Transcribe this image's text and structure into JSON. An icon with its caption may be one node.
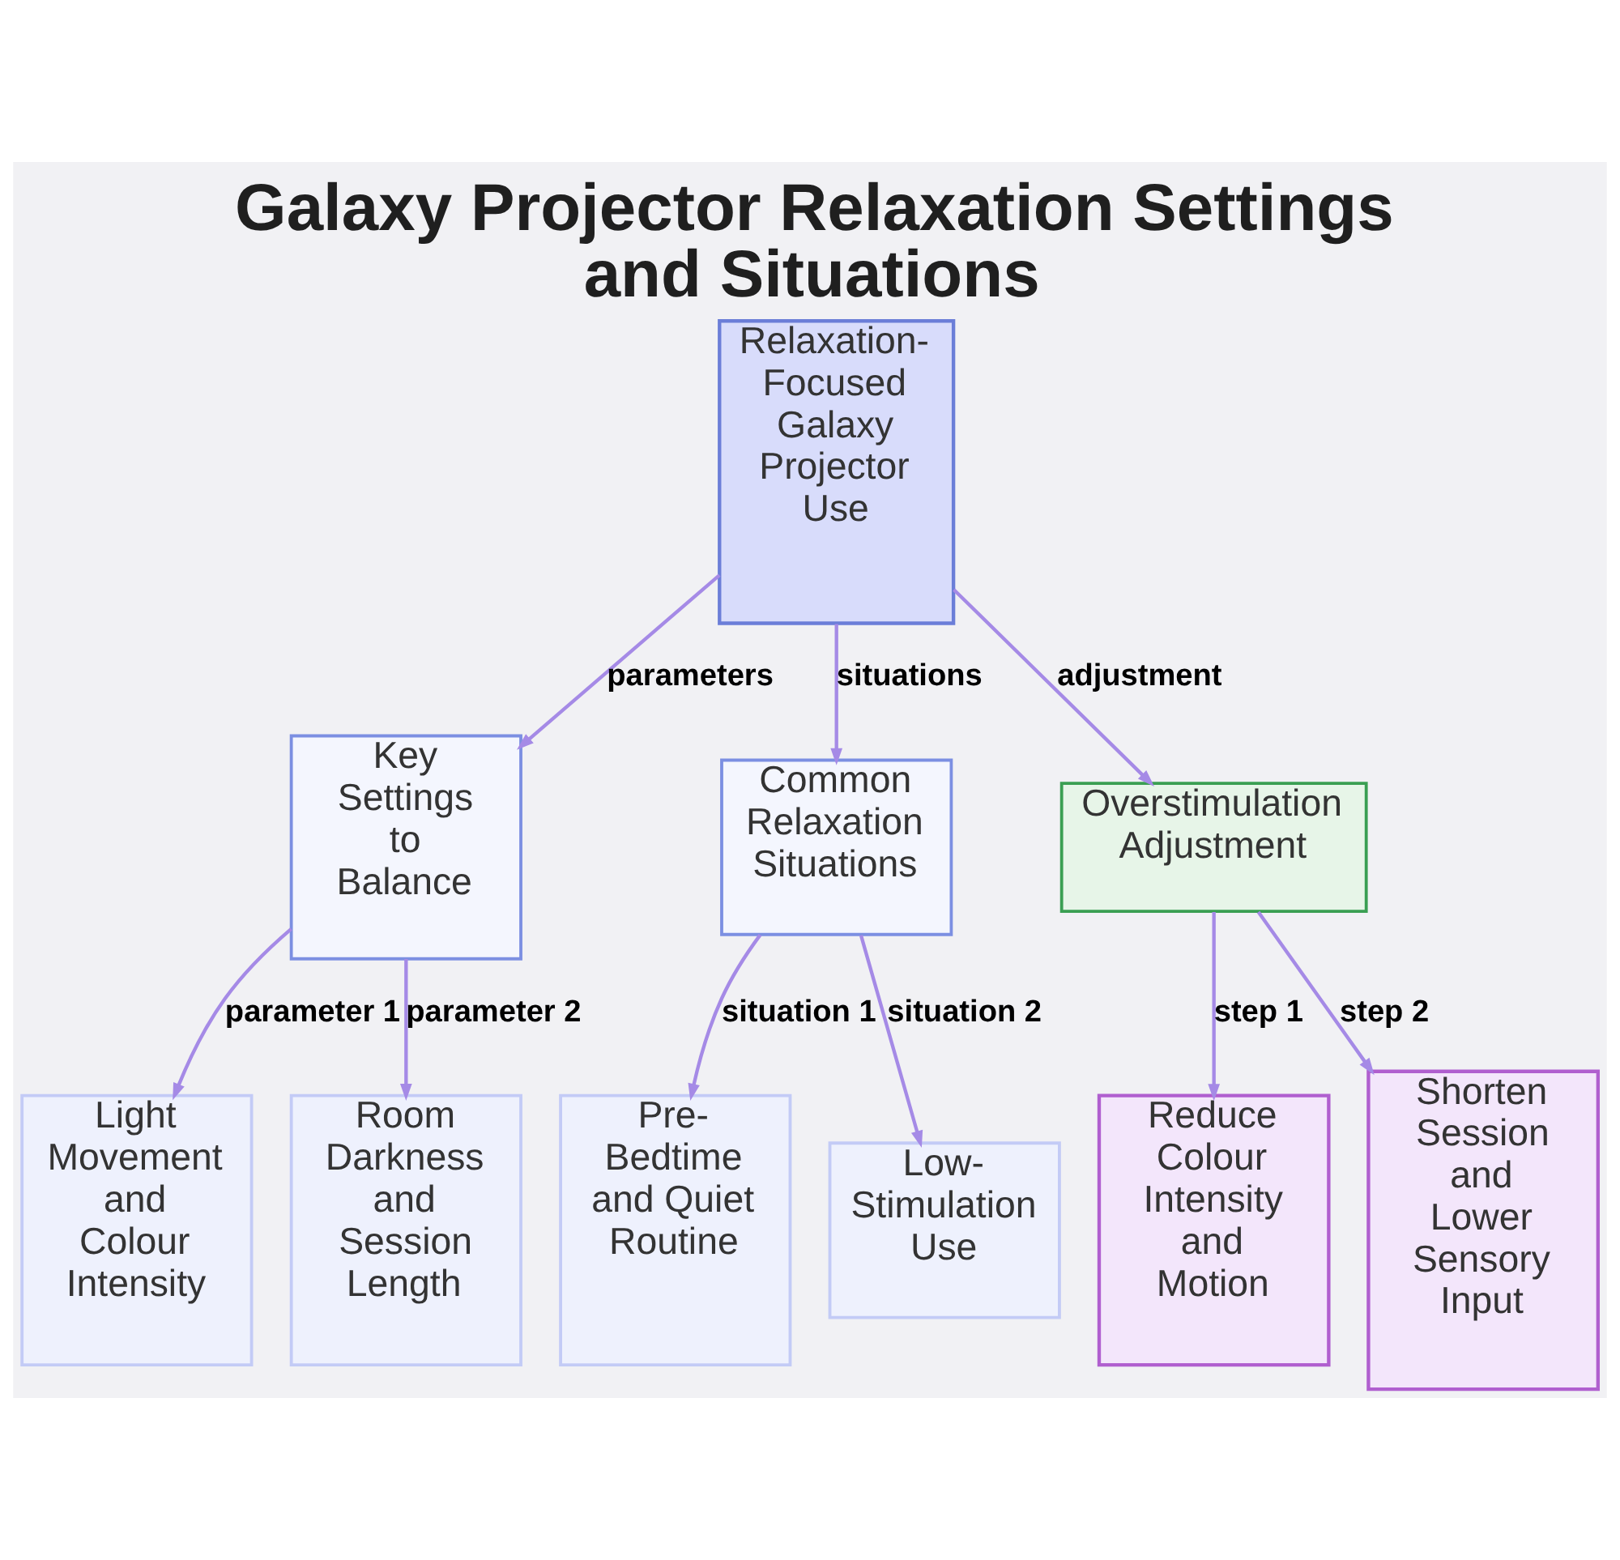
{
  "diagram": {
    "title": "Galaxy Projector Relaxation Settings and Situations",
    "nodes": [
      {
        "text": [
          "Relaxation-Focused Galaxy Projector Use"
        ]
      },
      {
        "text": [
          "Key Settings to Balance"
        ]
      },
      {
        "text": [
          "Common Relaxation Situations"
        ]
      },
      {
        "text": [
          "Overstimulation Adjustment"
        ]
      },
      {
        "text": [
          "Light Movement and Colour Intensity"
        ]
      },
      {
        "text": [
          "Room Darkness and Session Length"
        ]
      },
      {
        "text": [
          "Pre-Bedtime and Quiet Routine"
        ]
      },
      {
        "text": [
          "Low-Stimulation Use"
        ]
      },
      {
        "text": [
          "Reduce Colour Intensity and Motion"
        ]
      },
      {
        "text": [
          "Shorten Session and Lower Sensory Input"
        ]
      }
    ],
    "edges": [
      {
        "from": 0,
        "to": 1,
        "arrow": "to",
        "label": "parameters"
      },
      {
        "from": 0,
        "to": 2,
        "arrow": "to",
        "label": "situations"
      },
      {
        "from": 0,
        "to": 3,
        "arrow": "to",
        "label": "adjustment"
      },
      {
        "from": 1,
        "to": 4,
        "arrow": "to",
        "label": "parameter 1"
      },
      {
        "from": 1,
        "to": 5,
        "arrow": "to",
        "label": "parameter 2"
      },
      {
        "from": 2,
        "to": 6,
        "arrow": "to",
        "label": "situation 1"
      },
      {
        "from": 2,
        "to": 7,
        "arrow": "to",
        "label": "situation 2"
      },
      {
        "from": 3,
        "to": 8,
        "arrow": "to",
        "label": "step 1"
      },
      {
        "from": 3,
        "to": 9,
        "arrow": "to",
        "label": "step 2"
      }
    ]
  }
}
